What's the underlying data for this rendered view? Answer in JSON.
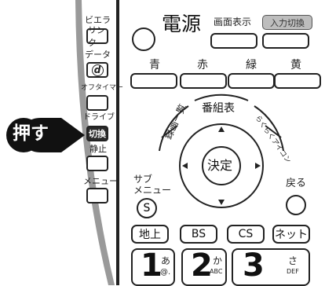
{
  "left_strip": {
    "biera_label": "ビエラ",
    "link_label": "リンク",
    "data_label": "データ",
    "d_icon_glyph": "d",
    "offtimer_label": "オフタイマー",
    "drive_label": "ドライブ",
    "switch_label": "切換",
    "stop_label": "静止",
    "menu_label": "メニュー"
  },
  "callout": {
    "press_label": "押す"
  },
  "top_row": {
    "power_label": "電源",
    "display_label": "画面表示",
    "input_switch_label": "入力切換"
  },
  "color_buttons": {
    "blue": "青",
    "red": "赤",
    "green": "緑",
    "yellow": "黄"
  },
  "navigation": {
    "guide_label": "番組表",
    "program_list_label": "録画一覧",
    "right_arc_label": "らくらくアイコン",
    "ok_label": "決定",
    "submenu_label_1": "サブ",
    "submenu_label_2": "メニュー",
    "submenu_button": "S",
    "back_label": "戻る"
  },
  "broadcast_buttons": [
    "地上",
    "BS",
    "CS",
    "ネット"
  ],
  "number_keys": [
    {
      "digit": "1",
      "kana": "あ",
      "sub": "@."
    },
    {
      "digit": "2",
      "kana": "か",
      "sub": "ABC"
    },
    {
      "digit": "3",
      "kana": "さ",
      "sub": "DEF"
    }
  ],
  "colors": {
    "panel_grey": "#9a9a9a",
    "line": "#222222",
    "callout_black": "#111111",
    "highlight_button": "#2a2a2a",
    "input_button_fill": "#bdbdbd"
  }
}
